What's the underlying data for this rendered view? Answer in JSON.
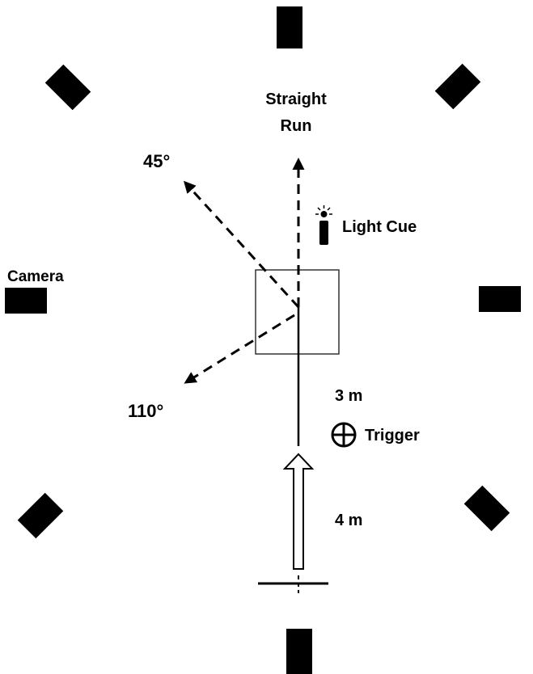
{
  "labels": {
    "straight_run_line1": "Straight",
    "straight_run_line2": "Run",
    "angle_45": "45°",
    "angle_110": "110°",
    "light_cue": "Light Cue",
    "camera": "Camera",
    "distance_3m": "3 m",
    "trigger": "Trigger",
    "distance_4m": "4 m"
  },
  "colors": {
    "ink": "#000000",
    "background": "#ffffff"
  }
}
